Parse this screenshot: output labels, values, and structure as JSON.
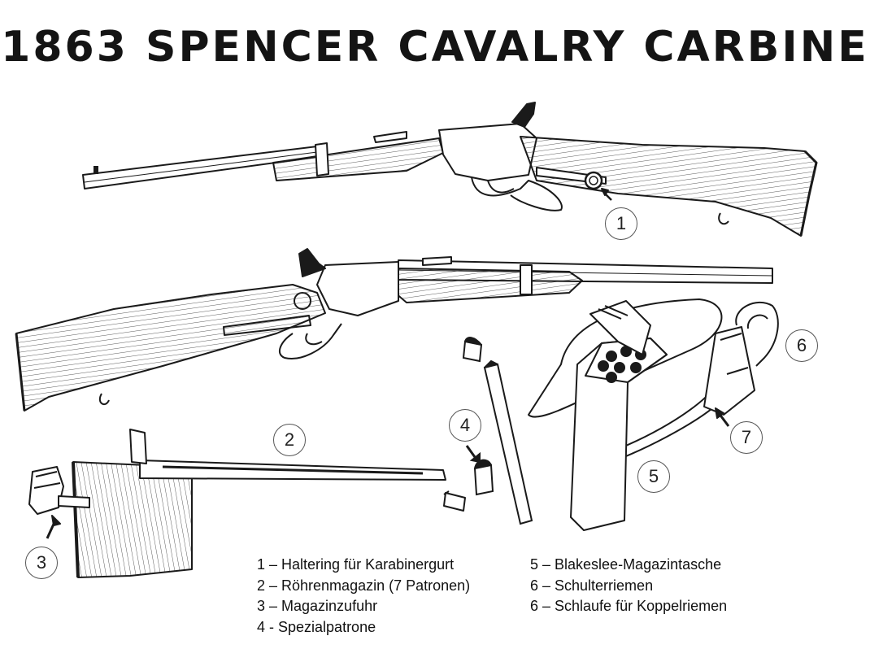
{
  "title": "1863 SPENCER CAVALRY CARBINE",
  "callouts": [
    "1",
    "2",
    "3",
    "4",
    "5",
    "6",
    "7"
  ],
  "legend": {
    "left": [
      "1 – Haltering für Karabinergurt",
      "2 – Röhrenmagazin (7 Patronen)",
      "3 – Magazinzufuhr",
      "4 - Spezialpatrone"
    ],
    "right": [
      "5 – Blakeslee-Magazintasche",
      "6 – Schulterriemen",
      "6 – Schlaufe für Koppelriemen"
    ]
  },
  "colors": {
    "ink": "#1a1a1a",
    "background": "#ffffff"
  }
}
